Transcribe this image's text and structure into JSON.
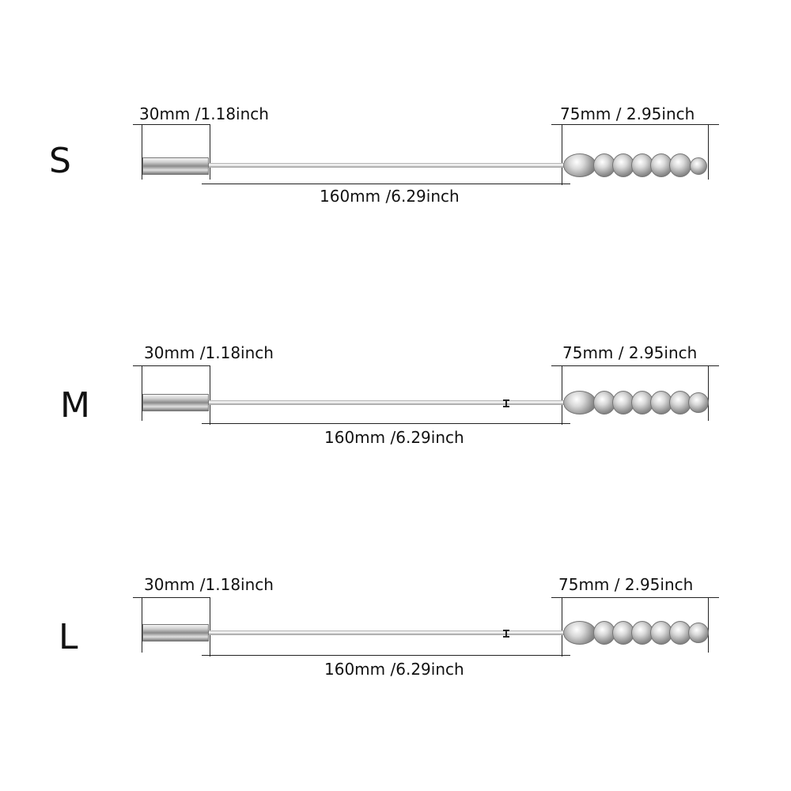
{
  "variants": [
    {
      "size": "S",
      "handle_label": "30mm /1.18inch",
      "rod_label": "160mm /6.29inch",
      "tip_label": "75mm / 2.95inch"
    },
    {
      "size": "M",
      "handle_label": "30mm /1.18inch",
      "rod_label": "160mm /6.29inch",
      "tip_label": "75mm / 2.95inch"
    },
    {
      "size": "L",
      "handle_label": "30mm /1.18inch",
      "rod_label": "160mm /6.29inch",
      "tip_label": "75mm / 2.95inch"
    }
  ]
}
